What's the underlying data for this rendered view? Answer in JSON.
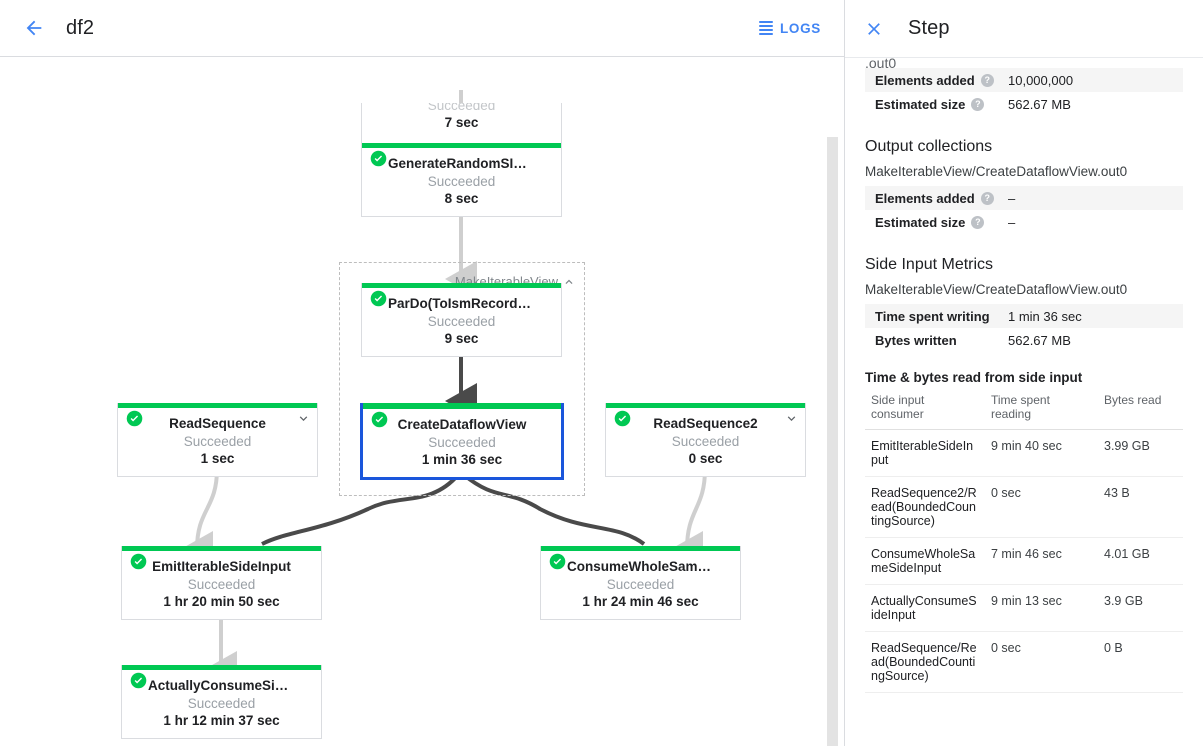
{
  "topbar": {
    "back_icon": "arrow-left-icon",
    "job_name": "df2",
    "logs_label": "LOGS",
    "logs_icon": "logs-lines-icon"
  },
  "colors": {
    "accent_blue": "#4285f4",
    "selected_border": "#1a56db",
    "success_green": "#00c853",
    "muted_text": "#9aa0a6"
  },
  "graph": {
    "composite": {
      "label": "MakeIterableView",
      "collapse_icon": "chevron-up-icon"
    },
    "clipped_node": {
      "status": "Succeeded",
      "time": "7 sec"
    },
    "nodes": [
      {
        "id": "generate-random-si-data",
        "name": "GenerateRandomSIData",
        "status": "Succeeded",
        "time": "8 sec",
        "selected": false,
        "has_caret": false
      },
      {
        "id": "pardo-toismrecordfor",
        "name": "ParDo(ToIsmRecordFor…",
        "status": "Succeeded",
        "time": "9 sec",
        "selected": false,
        "has_caret": false
      },
      {
        "id": "create-dataflow-view",
        "name": "CreateDataflowView",
        "status": "Succeeded",
        "time": "1 min 36 sec",
        "selected": true,
        "has_caret": false
      },
      {
        "id": "read-sequence",
        "name": "ReadSequence",
        "status": "Succeeded",
        "time": "1 sec",
        "selected": false,
        "has_caret": true
      },
      {
        "id": "read-sequence-2",
        "name": "ReadSequence2",
        "status": "Succeeded",
        "time": "0 sec",
        "selected": false,
        "has_caret": true
      },
      {
        "id": "emit-iterable-side-input",
        "name": "EmitIterableSideInput",
        "status": "Succeeded",
        "time": "1 hr 20 min 50 sec",
        "selected": false,
        "has_caret": false
      },
      {
        "id": "consume-whole-same-side-input",
        "name": "ConsumeWholeSameSi…",
        "status": "Succeeded",
        "time": "1 hr 24 min 46 sec",
        "selected": false,
        "has_caret": false
      },
      {
        "id": "actually-consume-side-input",
        "name": "ActuallyConsumeSideI…",
        "status": "Succeeded",
        "time": "1 hr 12 min 37 sec",
        "selected": false,
        "has_caret": false
      }
    ]
  },
  "panel": {
    "title": "Step",
    "close_icon": "close-icon",
    "clipped_top_text": ".out0",
    "input_metrics": [
      {
        "key": "Elements added",
        "value": "10,000,000"
      },
      {
        "key": "Estimated size",
        "value": "562.67 MB"
      }
    ],
    "output_collections": {
      "heading": "Output collections",
      "collection": "MakeIterableView/CreateDataflowView.out0",
      "metrics": [
        {
          "key": "Elements added",
          "value": "–"
        },
        {
          "key": "Estimated size",
          "value": "–"
        }
      ]
    },
    "side_input_metrics": {
      "heading": "Side Input Metrics",
      "collection": "MakeIterableView/CreateDataflowView.out0",
      "metrics": [
        {
          "key": "Time spent writing",
          "value": "1 min 36 sec"
        },
        {
          "key": "Bytes written",
          "value": "562.67 MB"
        }
      ],
      "table_heading": "Time & bytes read from side input",
      "columns": [
        "Side input consumer",
        "Time spent reading",
        "Bytes read"
      ],
      "rows": [
        {
          "consumer": "EmitIterableSideInput",
          "time": "9 min 40 sec",
          "bytes": "3.99 GB"
        },
        {
          "consumer": "ReadSequence2/Read(BoundedCountingSource)",
          "time": "0 sec",
          "bytes": "43 B"
        },
        {
          "consumer": "ConsumeWholeSameSideInput",
          "time": "7 min 46 sec",
          "bytes": "4.01 GB"
        },
        {
          "consumer": "ActuallyConsumeSideInput",
          "time": "9 min 13 sec",
          "bytes": "3.9 GB"
        },
        {
          "consumer": "ReadSequence/Read(BoundedCountingSource)",
          "time": "0 sec",
          "bytes": "0 B"
        }
      ]
    },
    "help_glyph": "?"
  }
}
